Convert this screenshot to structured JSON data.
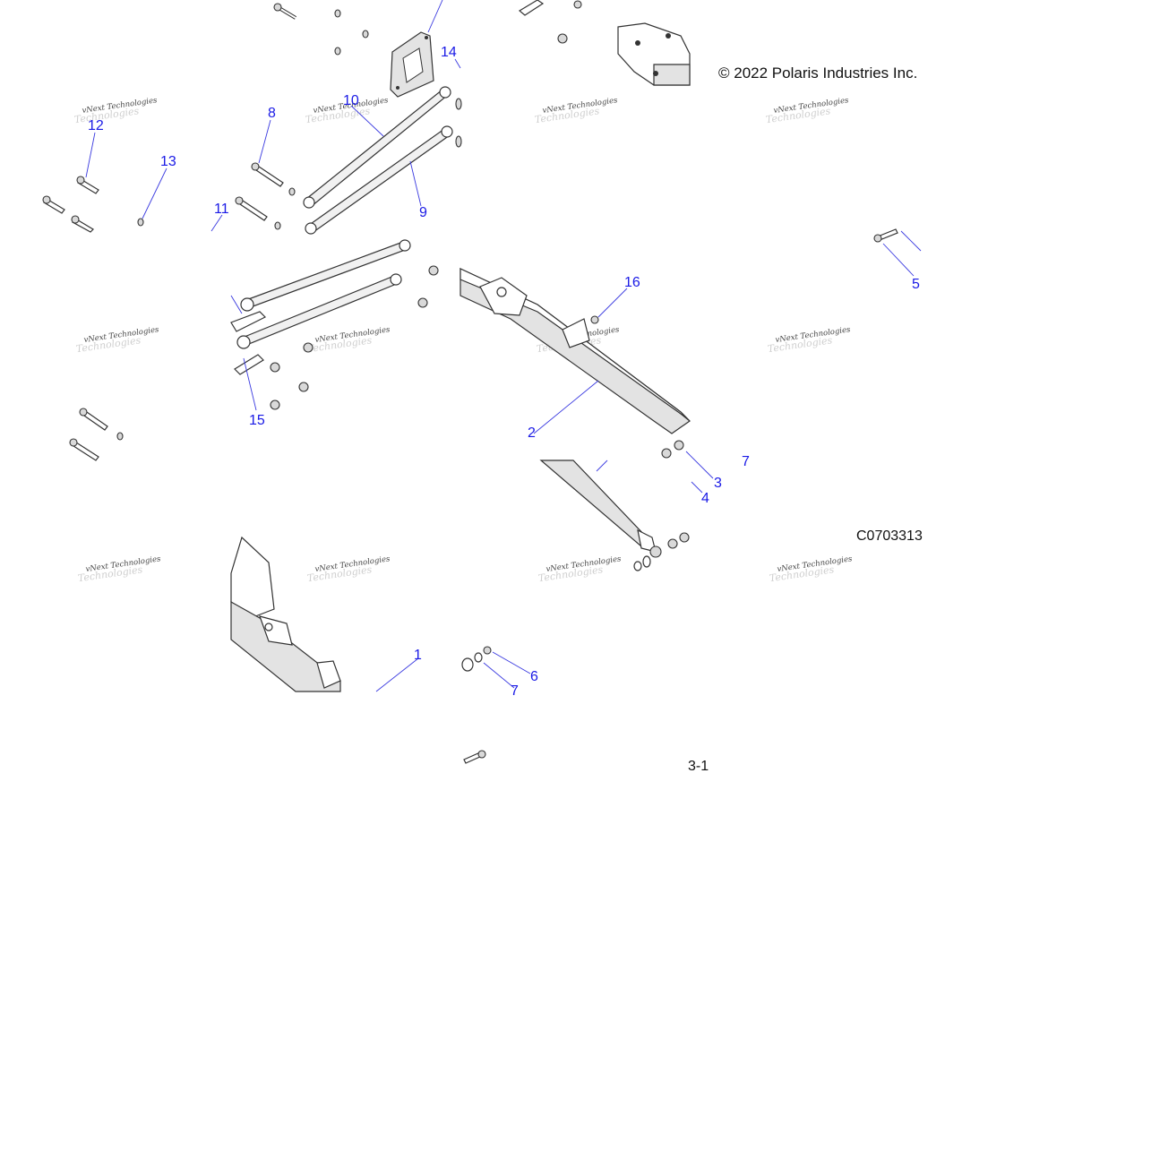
{
  "copyright": "© 2022 Polaris Industries Inc.",
  "figure_id": "C0703313",
  "page_ref": "3-1",
  "watermark": {
    "line1": "vNext Technologies",
    "line2": "Technologies"
  },
  "callouts": {
    "c1": "1",
    "c2": "2",
    "c3": "3",
    "c4": "4",
    "c5": "5",
    "c6": "6",
    "c7a": "7",
    "c7b": "7",
    "c8": "8",
    "c9": "9",
    "c10": "10",
    "c11": "11",
    "c12": "12",
    "c13": "13",
    "c14": "14",
    "c15": "15",
    "c16": "16"
  },
  "colors": {
    "callout": "#1a1ae6",
    "line": "#333333"
  }
}
